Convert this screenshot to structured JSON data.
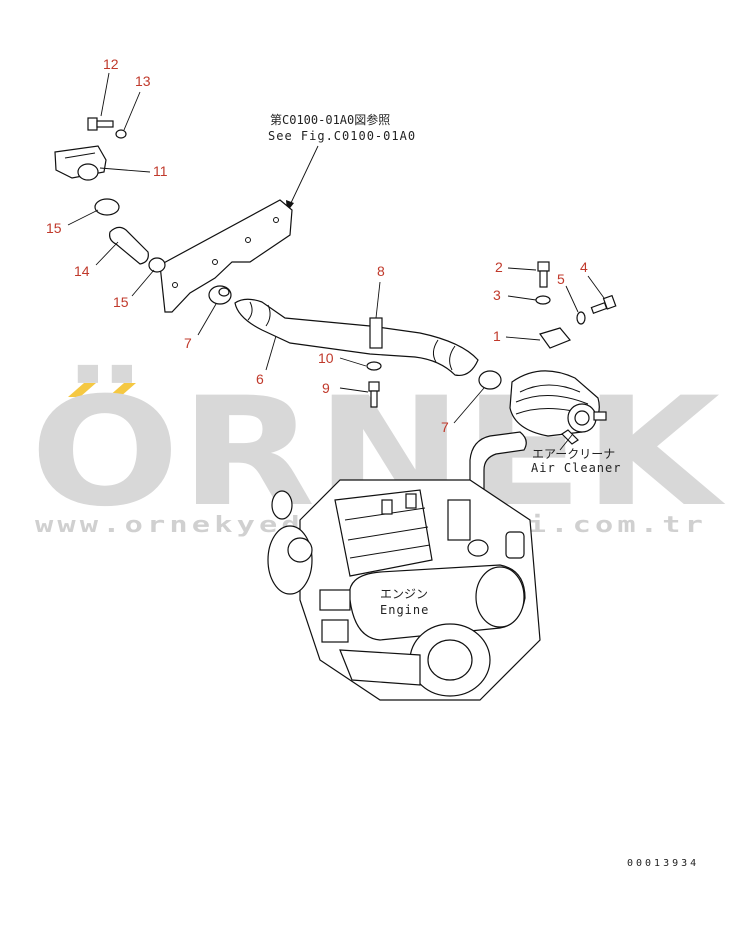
{
  "reference": {
    "jp": "第C0100-01A0図参照",
    "en": "See Fig.C0100-01A0"
  },
  "labels": {
    "air_cleaner_jp": "エアークリーナ",
    "air_cleaner_en": "Air Cleaner",
    "engine_jp": "エンジン",
    "engine_en": "Engine"
  },
  "callouts": [
    "12",
    "13",
    "11",
    "15",
    "14",
    "15",
    "7",
    "6",
    "8",
    "10",
    "9",
    "2",
    "5",
    "4",
    "3",
    "1",
    "7"
  ],
  "watermark": {
    "brand": "ÖRNEK",
    "url": "www.ornekyedekparcalari.com.tr"
  },
  "drawing_code": "00013934",
  "colors": {
    "callout": "#c0392b",
    "watermark": "#d8d8d8",
    "watermark_accent": "#f5c842",
    "ink": "#111111"
  }
}
